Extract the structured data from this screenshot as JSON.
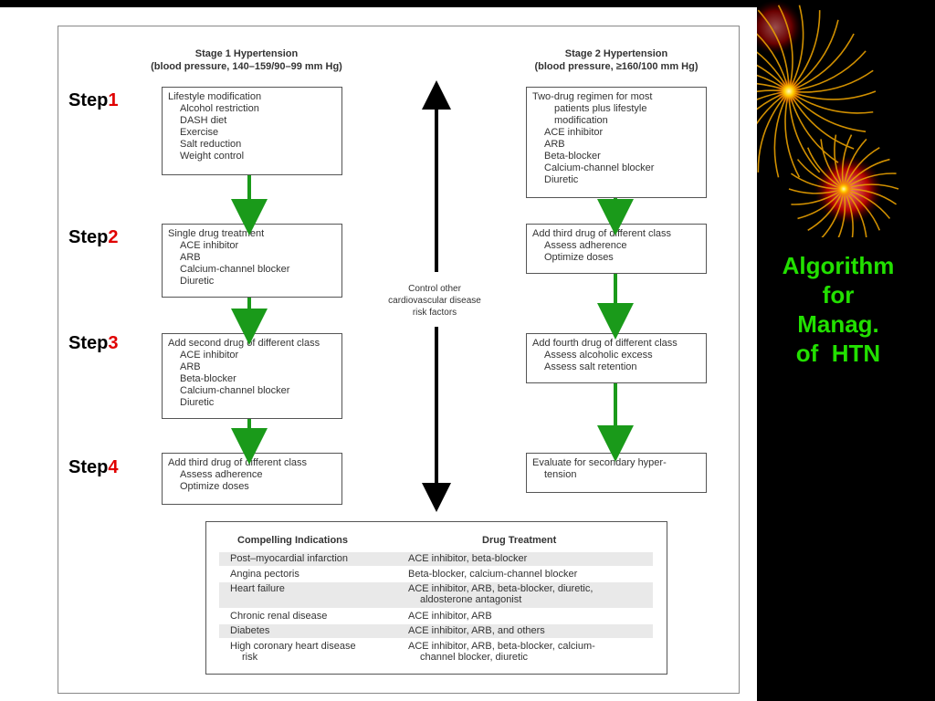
{
  "stage1": {
    "title": "Stage 1 Hypertension",
    "subtitle": "(blood pressure, 140–159/90–99 mm Hg)"
  },
  "stage2": {
    "title": "Stage 2 Hypertension",
    "subtitle": "(blood pressure, ≥160/100 mm Hg)"
  },
  "steps": [
    {
      "word": "Step",
      "num": "1"
    },
    {
      "word": "Step",
      "num": "2"
    },
    {
      "word": "Step",
      "num": "3"
    },
    {
      "word": "Step",
      "num": "4"
    }
  ],
  "left_boxes": [
    {
      "title": "Lifestyle modification",
      "items": [
        "Alcohol restriction",
        "DASH diet",
        "Exercise",
        "Salt reduction",
        "Weight control"
      ]
    },
    {
      "title": "Single drug treatment",
      "items": [
        "ACE inhibitor",
        "ARB",
        "Calcium-channel blocker",
        "Diuretic"
      ]
    },
    {
      "title": "Add second drug of different class",
      "items": [
        "ACE inhibitor",
        "ARB",
        "Beta-blocker",
        "Calcium-channel blocker",
        "Diuretic"
      ]
    },
    {
      "title": "Add third drug of different class",
      "items": [
        "Assess adherence",
        "Optimize doses"
      ]
    }
  ],
  "right_boxes": [
    {
      "title": "Two-drug regimen for most",
      "cont": [
        "patients plus lifestyle",
        "modification"
      ],
      "items": [
        "ACE inhibitor",
        "ARB",
        "Beta-blocker",
        "Calcium-channel blocker",
        "Diuretic"
      ]
    },
    {
      "title": "Add third drug of different class",
      "items": [
        "Assess adherence",
        "Optimize doses"
      ]
    },
    {
      "title": "Add fourth drug of different class",
      "items": [
        "Assess alcoholic excess",
        "Assess salt retention"
      ]
    },
    {
      "title": "Evaluate for secondary hyper-",
      "items": [
        "tension"
      ]
    }
  ],
  "control_note": [
    "Control other",
    "cardiovascular disease",
    "risk factors"
  ],
  "table": {
    "col1": "Compelling Indications",
    "col2": "Drug Treatment",
    "rows": [
      {
        "ind": [
          "Post–myocardial infarction"
        ],
        "drug": [
          "ACE inhibitor, beta-blocker"
        ]
      },
      {
        "ind": [
          "Angina pectoris"
        ],
        "drug": [
          "Beta-blocker, calcium-channel blocker"
        ]
      },
      {
        "ind": [
          "Heart failure"
        ],
        "drug": [
          "ACE inhibitor, ARB, beta-blocker, diuretic,",
          "aldosterone antagonist"
        ]
      },
      {
        "ind": [
          "Chronic renal disease"
        ],
        "drug": [
          "ACE inhibitor, ARB"
        ]
      },
      {
        "ind": [
          "Diabetes"
        ],
        "drug": [
          "ACE inhibitor, ARB, and others"
        ]
      },
      {
        "ind": [
          "High coronary heart disease",
          "risk"
        ],
        "drug": [
          "ACE inhibitor, ARB, beta-blocker, calcium-",
          "channel blocker, diuretic"
        ]
      }
    ]
  },
  "side_title": [
    "Algorithm",
    "for",
    "Manag.",
    "of  HTN"
  ],
  "colors": {
    "accent_green": "#22e000",
    "step_number": "#e00000",
    "arrow_green": "#1a9a1a",
    "background": "#000000"
  }
}
